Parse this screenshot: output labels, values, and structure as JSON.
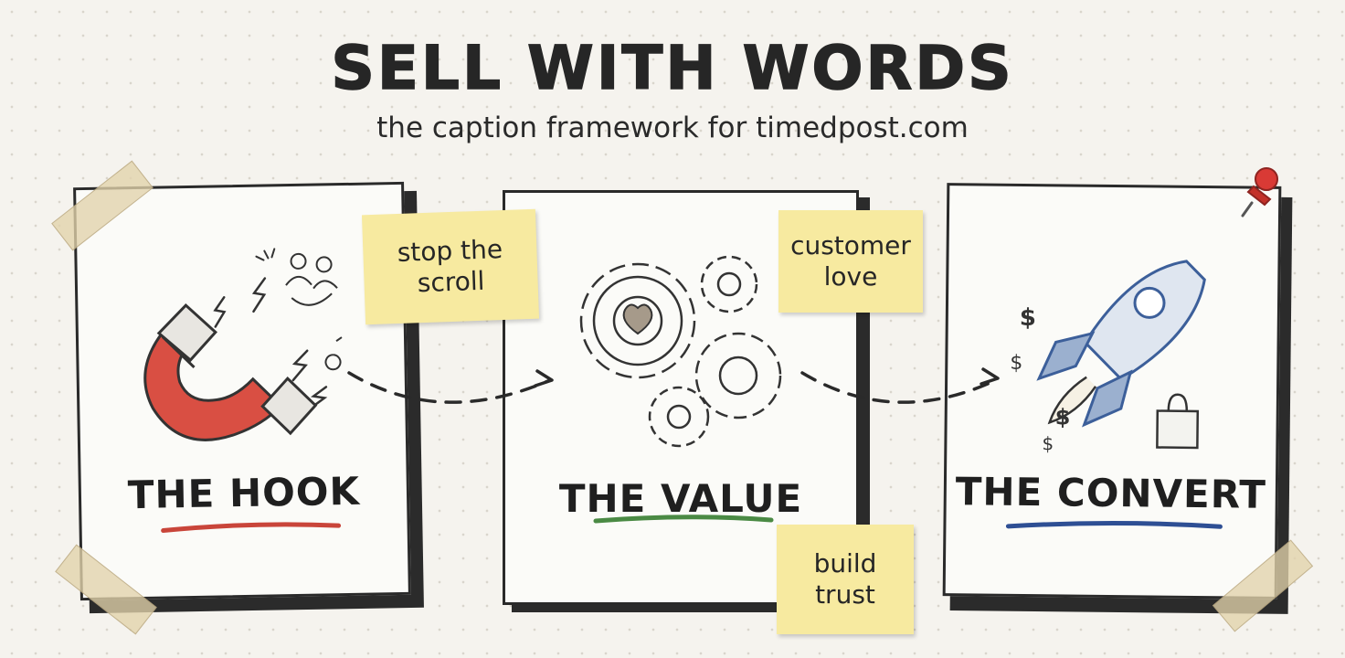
{
  "title": "SELL WITH WORDS",
  "subtitle": "the caption framework for timedpost.com",
  "cards": [
    {
      "label": "THE HOOK",
      "underline_color": "#c9453a"
    },
    {
      "label": "THE VALUE",
      "underline_color": "#4a8a44"
    },
    {
      "label": "THE CONVERT",
      "underline_color": "#2e4f94"
    }
  ],
  "notes": [
    {
      "line1": "stop the",
      "line2": "scroll"
    },
    {
      "line1": "customer",
      "line2": "love"
    },
    {
      "line1": "build",
      "line2": "trust"
    }
  ],
  "icons": [
    "magnet-icon",
    "gears-heart-icon",
    "rocket-icon",
    "pushpin-icon",
    "shopping-bag-icon",
    "dollar-sign-icon"
  ],
  "colors": {
    "magnet": "#d94f43",
    "rocket": "#3c5f9a",
    "note": "#f7eaa0",
    "pin": "#d93a35"
  }
}
